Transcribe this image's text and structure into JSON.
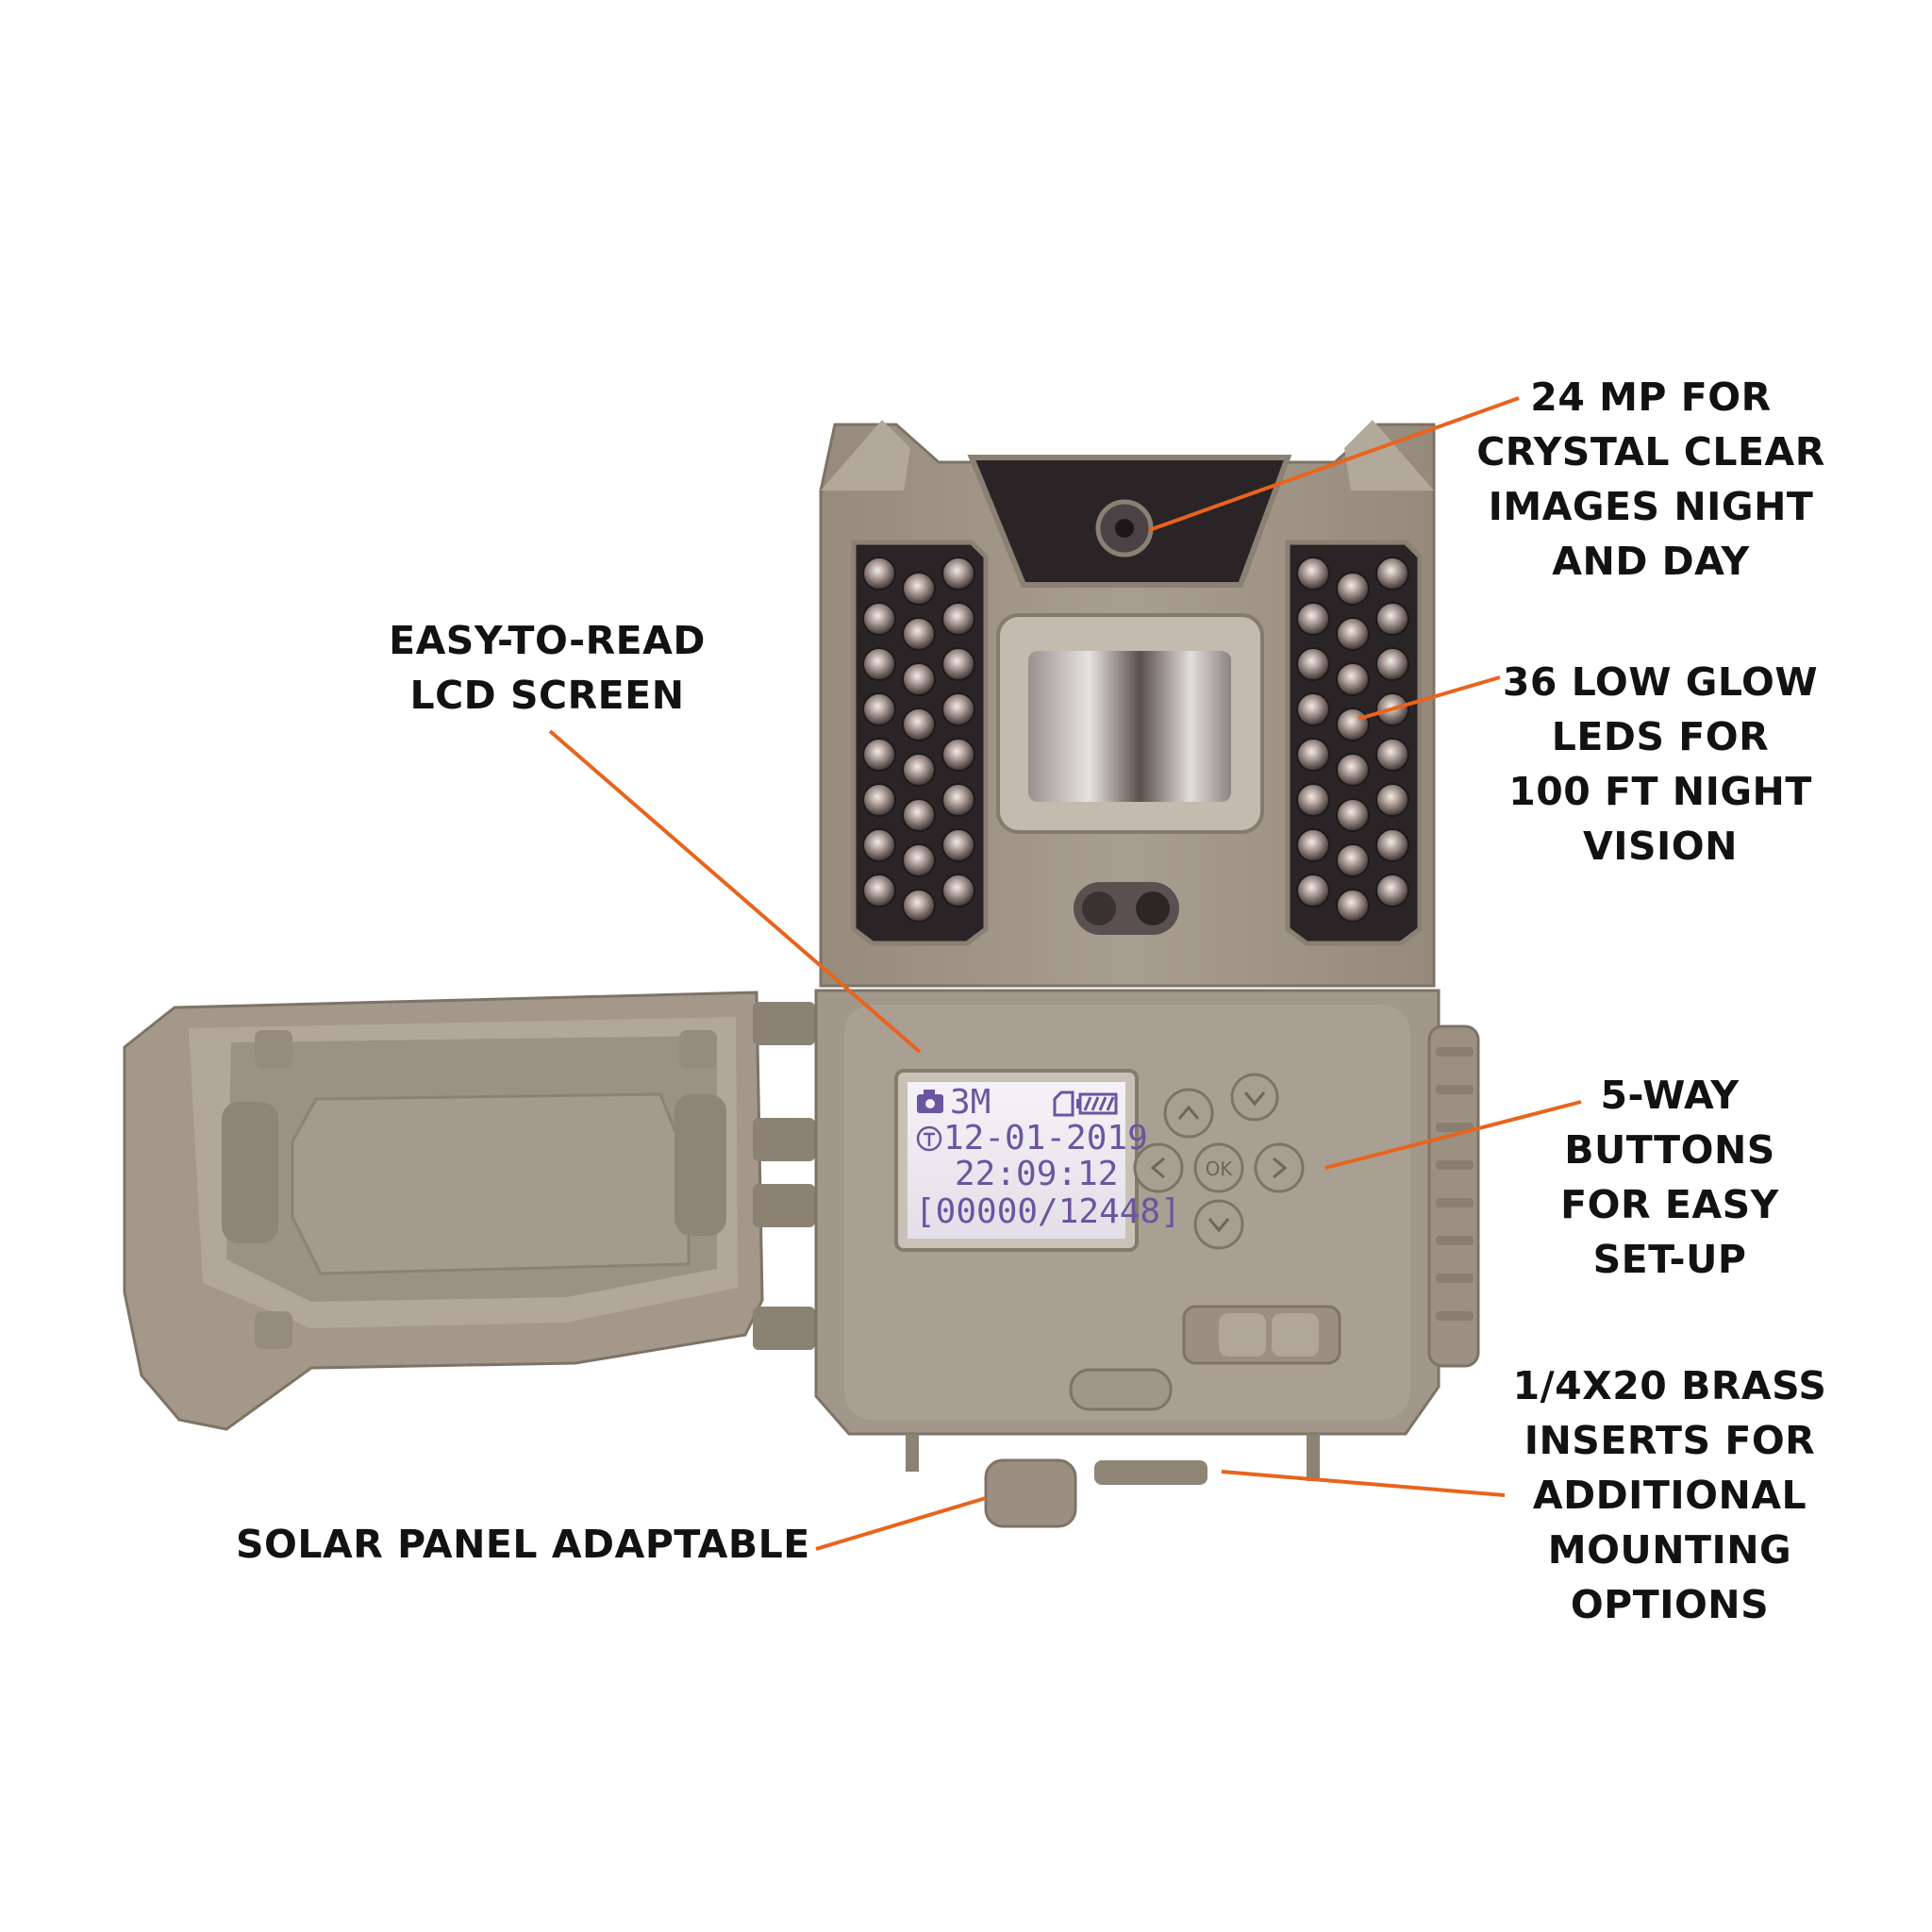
{
  "colors": {
    "accent": "#e8641c",
    "camera_body": "#a3988a",
    "lcd_text": "#6a55a0",
    "label_text": "#121212"
  },
  "callouts": {
    "lcd": [
      "EASY-TO-READ",
      "LCD SCREEN"
    ],
    "mp": [
      "24 MP FOR",
      "CRYSTAL CLEAR",
      "IMAGES NIGHT",
      "AND DAY"
    ],
    "leds": [
      "36 LOW GLOW",
      "LEDS FOR",
      "100 FT NIGHT",
      "VISION"
    ],
    "buttons": [
      "5-WAY",
      "BUTTONS",
      "FOR EASY",
      "SET-UP"
    ],
    "brass": [
      "1/4X20 BRASS",
      "INSERTS FOR",
      "ADDITIONAL",
      "MOUNTING",
      "OPTIONS"
    ],
    "solar": [
      "SOLAR PANEL ADAPTABLE"
    ]
  },
  "lcd": {
    "resolution": "3M",
    "date": "12-01-2019",
    "time": "22:09:12",
    "counter": "[00000/12448]"
  },
  "icons": [
    "camera-icon",
    "sd-card-icon",
    "battery-icon",
    "timer-icon",
    "chevron-up-icon",
    "chevron-down-icon",
    "chevron-left-icon",
    "chevron-right-icon",
    "ok-icon"
  ]
}
